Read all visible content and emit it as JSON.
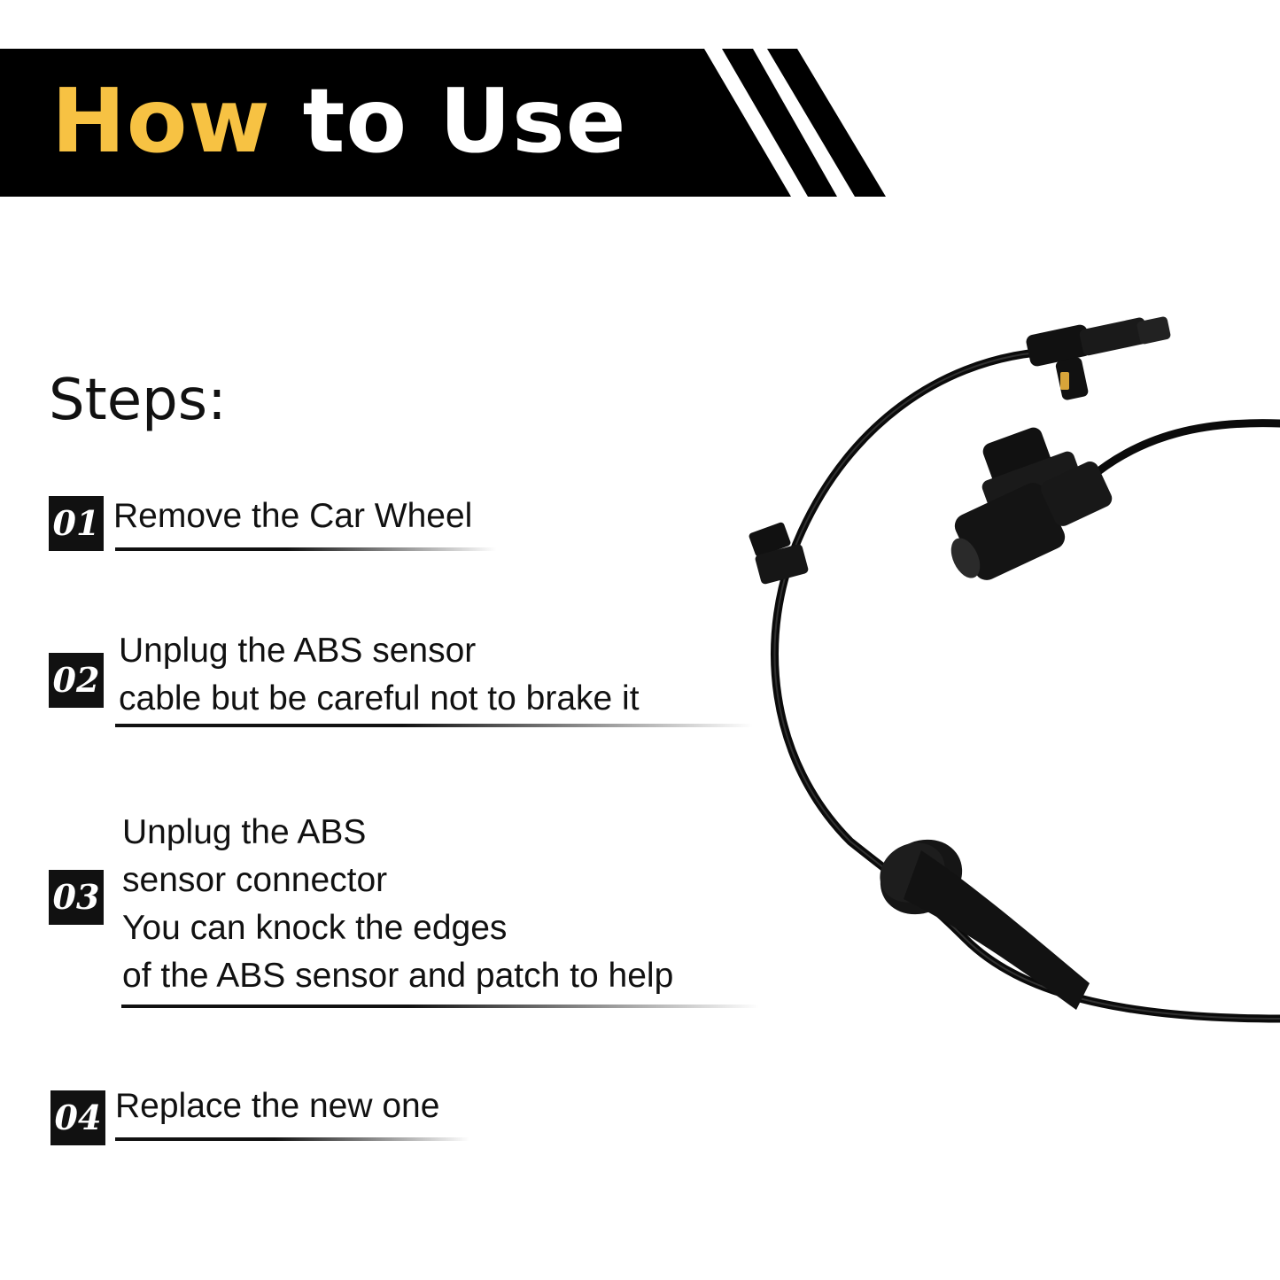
{
  "header": {
    "title_highlight": "How",
    "title_rest": " to Use",
    "highlight_color": "#f7c243",
    "banner_color": "#000000"
  },
  "steps_heading": "Steps:",
  "steps": [
    {
      "number": "01",
      "lines": [
        "Remove the Car Wheel"
      ]
    },
    {
      "number": "02",
      "lines": [
        "Unplug the ABS sensor",
        "cable but be careful not to brake it"
      ]
    },
    {
      "number": "03",
      "lines": [
        "Unplug the ABS",
        "sensor connector",
        "You can knock the edges",
        "of the ABS sensor and patch to help"
      ]
    },
    {
      "number": "04",
      "lines": [
        "Replace the new one"
      ]
    }
  ]
}
